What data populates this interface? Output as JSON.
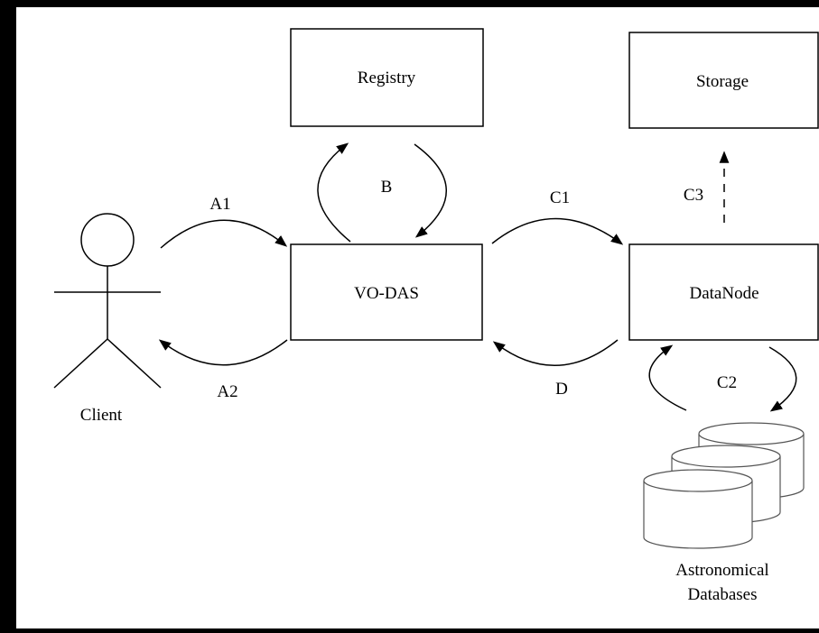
{
  "diagram": {
    "nodes": {
      "registry": "Registry",
      "storage": "Storage",
      "vo_das": "VO-DAS",
      "datanode": "DataNode",
      "client": "Client",
      "databases_line1": "Astronomical",
      "databases_line2": "Databases"
    },
    "edges": {
      "a1": "A1",
      "a2": "A2",
      "b": "B",
      "c1": "C1",
      "c2": "C2",
      "c3": "C3",
      "d": "D"
    }
  }
}
